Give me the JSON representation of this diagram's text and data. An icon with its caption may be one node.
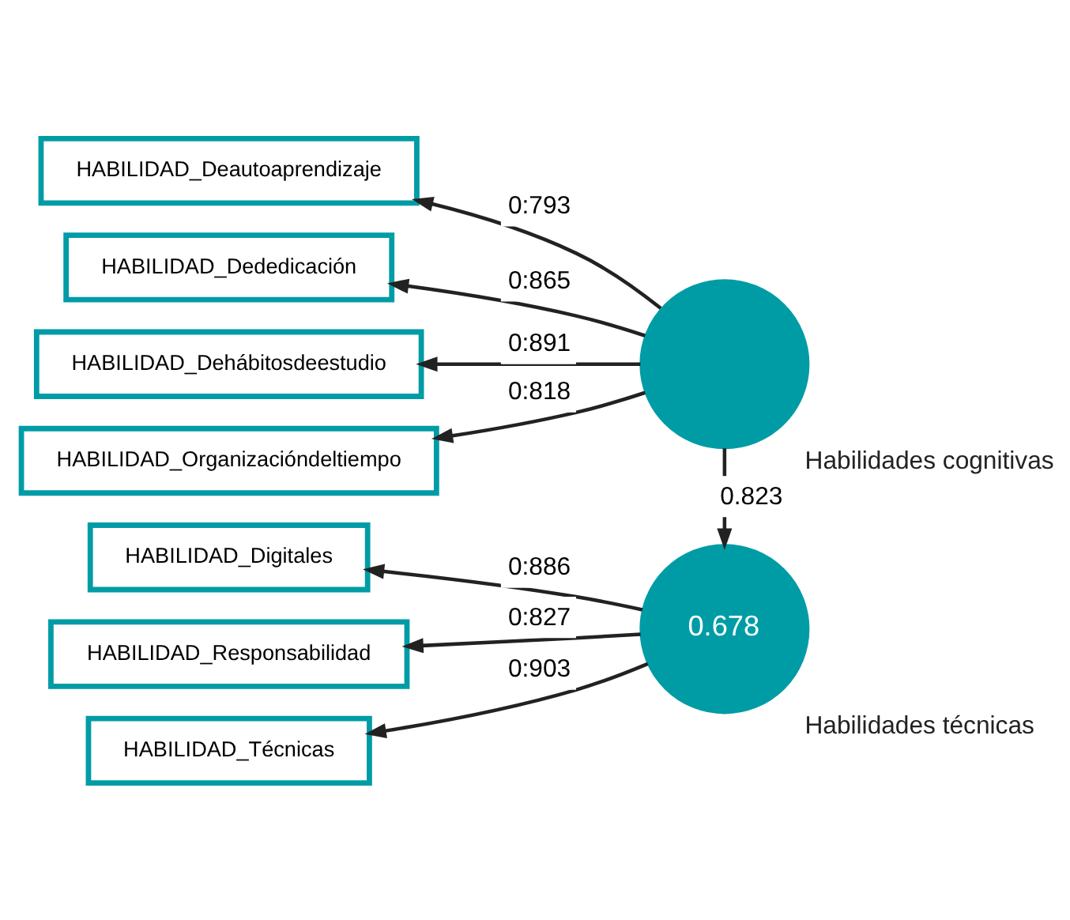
{
  "diagram": {
    "nodes": [
      {
        "text": [
          "HABILIDAD_Deautoaprendizaje"
        ]
      },
      {
        "text": [
          "HABILIDAD_Dededicación"
        ]
      },
      {
        "text": [
          "HABILIDAD_Dehábitosdeestudio"
        ]
      },
      {
        "text": [
          "HABILIDAD_Organizacióndeltiempo"
        ]
      },
      {
        "text": [
          "Habilidades cognitivas"
        ]
      },
      {
        "text": [
          "HABILIDAD_Digitales"
        ]
      },
      {
        "text": [
          "HABILIDAD_Responsabilidad"
        ]
      },
      {
        "text": [
          "HABILIDAD_Técnicas"
        ]
      },
      {
        "text": [
          "0.678",
          "Habilidades técnicas"
        ]
      }
    ],
    "edges": [
      {
        "from": 4,
        "to": 0,
        "arrow": "to",
        "label": "0:793"
      },
      {
        "from": 4,
        "to": 1,
        "arrow": "to",
        "label": "0:865"
      },
      {
        "from": 4,
        "to": 2,
        "arrow": "to",
        "label": "0:891"
      },
      {
        "from": 4,
        "to": 3,
        "arrow": "to",
        "label": "0:818"
      },
      {
        "from": 4,
        "to": 8,
        "arrow": "to",
        "label": "0.823"
      },
      {
        "from": 8,
        "to": 5,
        "arrow": "to",
        "label": "0:886"
      },
      {
        "from": 8,
        "to": 6,
        "arrow": "to",
        "label": "0:827"
      },
      {
        "from": 8,
        "to": 7,
        "arrow": "to",
        "label": "0:903"
      }
    ]
  }
}
